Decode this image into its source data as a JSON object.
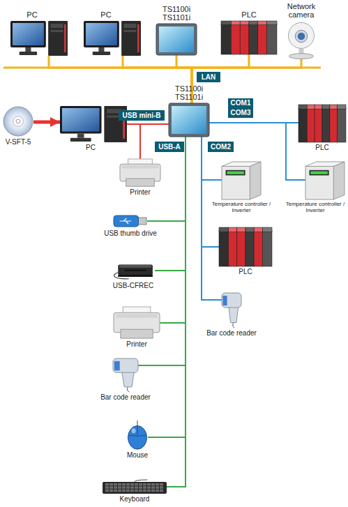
{
  "diagram": {
    "nodes": [
      {
        "text": [
          "PC"
        ]
      },
      {
        "text": [
          "PC"
        ]
      },
      {
        "text": [
          "TS1100i TS1101i"
        ]
      },
      {
        "text": [
          "PLC"
        ]
      },
      {
        "text": [
          "Network camera"
        ]
      },
      {
        "text": [
          "TS1100i TS1101i"
        ]
      },
      {
        "text": [
          "V-SFT-5"
        ]
      },
      {
        "text": [
          "PC"
        ]
      },
      {
        "text": [
          "PLC"
        ]
      },
      {
        "text": [
          "Temperature controller / Inverter"
        ]
      },
      {
        "text": [
          "Printer"
        ]
      },
      {
        "text": [
          "Temperature controller / Inverter"
        ]
      },
      {
        "text": [
          "USB thumb drive"
        ]
      },
      {
        "text": [
          "PLC"
        ]
      },
      {
        "text": [
          "USB-CFREC"
        ]
      },
      {
        "text": [
          "Bar code reader"
        ]
      },
      {
        "text": [
          "Printer"
        ]
      },
      {
        "text": [
          "Bar code reader"
        ]
      },
      {
        "text": [
          "Mouse"
        ]
      },
      {
        "text": [
          "Keyboard"
        ]
      }
    ],
    "edges": [
      {
        "from": 5,
        "to": 0,
        "arrow": "none"
      },
      {
        "from": 5,
        "to": 1,
        "arrow": "none"
      },
      {
        "from": 5,
        "to": 2,
        "arrow": "none"
      },
      {
        "from": 5,
        "to": 3,
        "arrow": "none"
      },
      {
        "from": 5,
        "to": 4,
        "arrow": "none"
      },
      {
        "from": 6,
        "to": 7,
        "arrow": "to"
      },
      {
        "from": 7,
        "to": 5,
        "arrow": "none"
      },
      {
        "from": 5,
        "to": 10,
        "arrow": "none"
      },
      {
        "from": 5,
        "to": 8,
        "arrow": "none"
      },
      {
        "from": 5,
        "to": 9,
        "arrow": "none"
      },
      {
        "from": 5,
        "to": 11,
        "arrow": "none"
      },
      {
        "from": 5,
        "to": 13,
        "arrow": "none"
      },
      {
        "from": 5,
        "to": 15,
        "arrow": "none"
      },
      {
        "from": 5,
        "to": 12,
        "arrow": "none"
      },
      {
        "from": 5,
        "to": 14,
        "arrow": "none"
      },
      {
        "from": 5,
        "to": 16,
        "arrow": "none"
      },
      {
        "from": 5,
        "to": 17,
        "arrow": "none"
      },
      {
        "from": 5,
        "to": 18,
        "arrow": "none"
      },
      {
        "from": 5,
        "to": 19,
        "arrow": "none"
      }
    ],
    "labels": [
      "LAN",
      "USB mini-B",
      "COM1",
      "COM3",
      "USB-A",
      "COM2"
    ]
  }
}
